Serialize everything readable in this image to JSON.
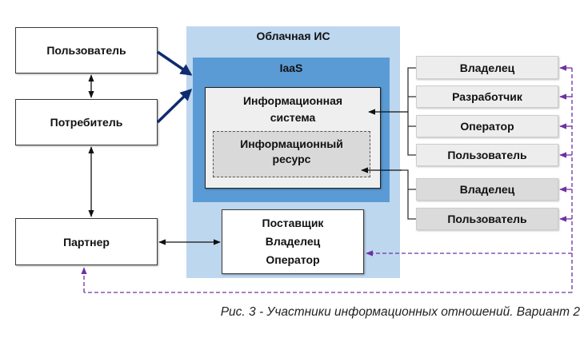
{
  "colors": {
    "cloud": "#BDD7EE",
    "iaas": "#5B9BD5",
    "info_system_fill": "#EFEFEF",
    "info_resource_fill": "#D9D9D9",
    "system_role_fill": "#EDEDED",
    "resource_role_fill": "#DBDBDB",
    "navy_arrow": "#0E2C6E",
    "purple_dashed": "#7030A0"
  },
  "left_actors": {
    "user": "Пользователь",
    "consumer": "Потребитель",
    "partner": "Партнер"
  },
  "cloud": {
    "title": "Облачная ИС",
    "iaas": {
      "title": "IaaS",
      "info_system": {
        "line1": "Информационная",
        "line2": "система"
      },
      "info_resource": {
        "line1": "Информационный",
        "line2": "ресурс"
      }
    },
    "provider": {
      "lines": [
        "Поставщик",
        "Владелец",
        "Оператор"
      ]
    }
  },
  "system_roles": [
    "Владелец",
    "Разработчик",
    "Оператор",
    "Пользователь"
  ],
  "resource_roles": [
    "Владелец",
    "Пользователь"
  ],
  "caption": "Рис. 3 - Участники информационных отношений. Вариант 2"
}
